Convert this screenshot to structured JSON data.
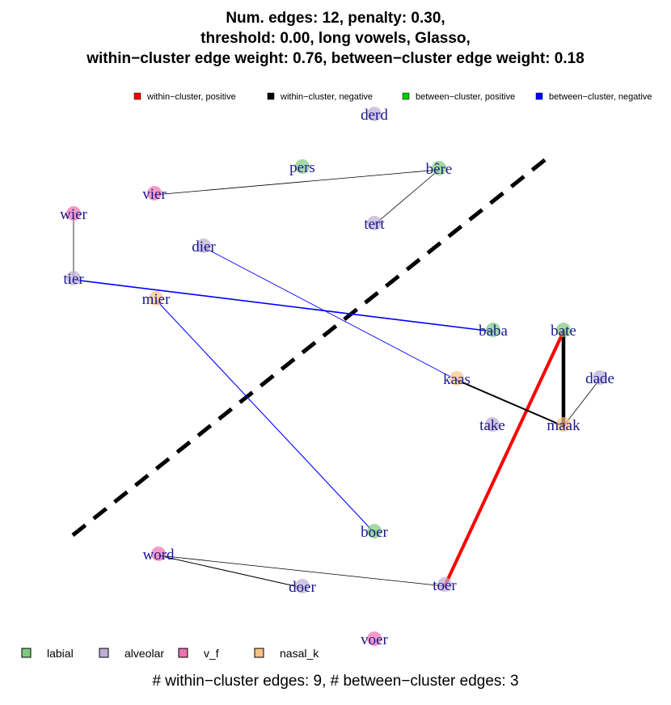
{
  "title": {
    "line1": "Num. edges: 12, penalty: 0.30,",
    "line2": "threshold: 0.00, long vowels, Glasso,",
    "line3": "within−cluster edge weight: 0.76, between−cluster edge weight: 0.18"
  },
  "edge_legend": [
    {
      "label": "within−cluster, positive",
      "color": "#ff0000"
    },
    {
      "label": "within−cluster, negative",
      "color": "#000000"
    },
    {
      "label": "between−cluster, positive",
      "color": "#00cc00"
    },
    {
      "label": "between−cluster, negative",
      "color": "#0000ff"
    }
  ],
  "node_legend": [
    {
      "label": "labial",
      "color": "#7fc97f"
    },
    {
      "label": "alveolar",
      "color": "#beaed4"
    },
    {
      "label": "v_f",
      "color": "#f06fb0"
    },
    {
      "label": "nasal_k",
      "color": "#fdc086"
    }
  ],
  "nodes": [
    {
      "id": "derd",
      "label": "derd",
      "group": "alveolar"
    },
    {
      "id": "pers",
      "label": "pers",
      "group": "labial"
    },
    {
      "id": "bere",
      "label": "bêre",
      "group": "labial"
    },
    {
      "id": "vier",
      "label": "vier",
      "group": "v_f"
    },
    {
      "id": "wier",
      "label": "wier",
      "group": "v_f"
    },
    {
      "id": "tert",
      "label": "tert",
      "group": "alveolar"
    },
    {
      "id": "dier",
      "label": "dier",
      "group": "alveolar"
    },
    {
      "id": "tier",
      "label": "tier",
      "group": "alveolar"
    },
    {
      "id": "mier",
      "label": "mier",
      "group": "nasal_k"
    },
    {
      "id": "baba",
      "label": "baba",
      "group": "labial"
    },
    {
      "id": "bate",
      "label": "bate",
      "group": "labial"
    },
    {
      "id": "kaas",
      "label": "kaas",
      "group": "nasal_k"
    },
    {
      "id": "dade",
      "label": "dade",
      "group": "alveolar"
    },
    {
      "id": "take",
      "label": "take",
      "group": "alveolar"
    },
    {
      "id": "maak",
      "label": "maak",
      "group": "nasal_k"
    },
    {
      "id": "boer",
      "label": "boer",
      "group": "labial"
    },
    {
      "id": "word",
      "label": "word",
      "group": "v_f"
    },
    {
      "id": "doer",
      "label": "doer",
      "group": "alveolar"
    },
    {
      "id": "toer",
      "label": "toer",
      "group": "alveolar"
    },
    {
      "id": "voer",
      "label": "voer",
      "group": "v_f"
    }
  ],
  "edges": [
    {
      "from": "vier",
      "to": "bere",
      "type": "within−cluster, negative",
      "weight": 0.05
    },
    {
      "from": "tert",
      "to": "bere",
      "type": "within−cluster, negative",
      "weight": 0.08
    },
    {
      "from": "wier",
      "to": "tier",
      "type": "within−cluster, negative",
      "weight": 0.06
    },
    {
      "from": "tier",
      "to": "baba",
      "type": "between−cluster, negative",
      "weight": 0.18
    },
    {
      "from": "dier",
      "to": "kaas",
      "type": "between−cluster, negative",
      "weight": 0.1
    },
    {
      "from": "mier",
      "to": "boer",
      "type": "between−cluster, negative",
      "weight": 0.12
    },
    {
      "from": "bate",
      "to": "maak",
      "type": "within−cluster, negative",
      "weight": 0.5
    },
    {
      "from": "bate",
      "to": "toer",
      "type": "within−cluster, positive",
      "weight": 0.45
    },
    {
      "from": "kaas",
      "to": "maak",
      "type": "within−cluster, negative",
      "weight": 0.22
    },
    {
      "from": "dade",
      "to": "maak",
      "type": "within−cluster, negative",
      "weight": 0.05
    },
    {
      "from": "word",
      "to": "doer",
      "type": "within−cluster, negative",
      "weight": 0.12
    },
    {
      "from": "word",
      "to": "toer",
      "type": "within−cluster, negative",
      "weight": 0.06
    }
  ],
  "footer": "# within−cluster edges: 9, # between−cluster edges: 3"
}
